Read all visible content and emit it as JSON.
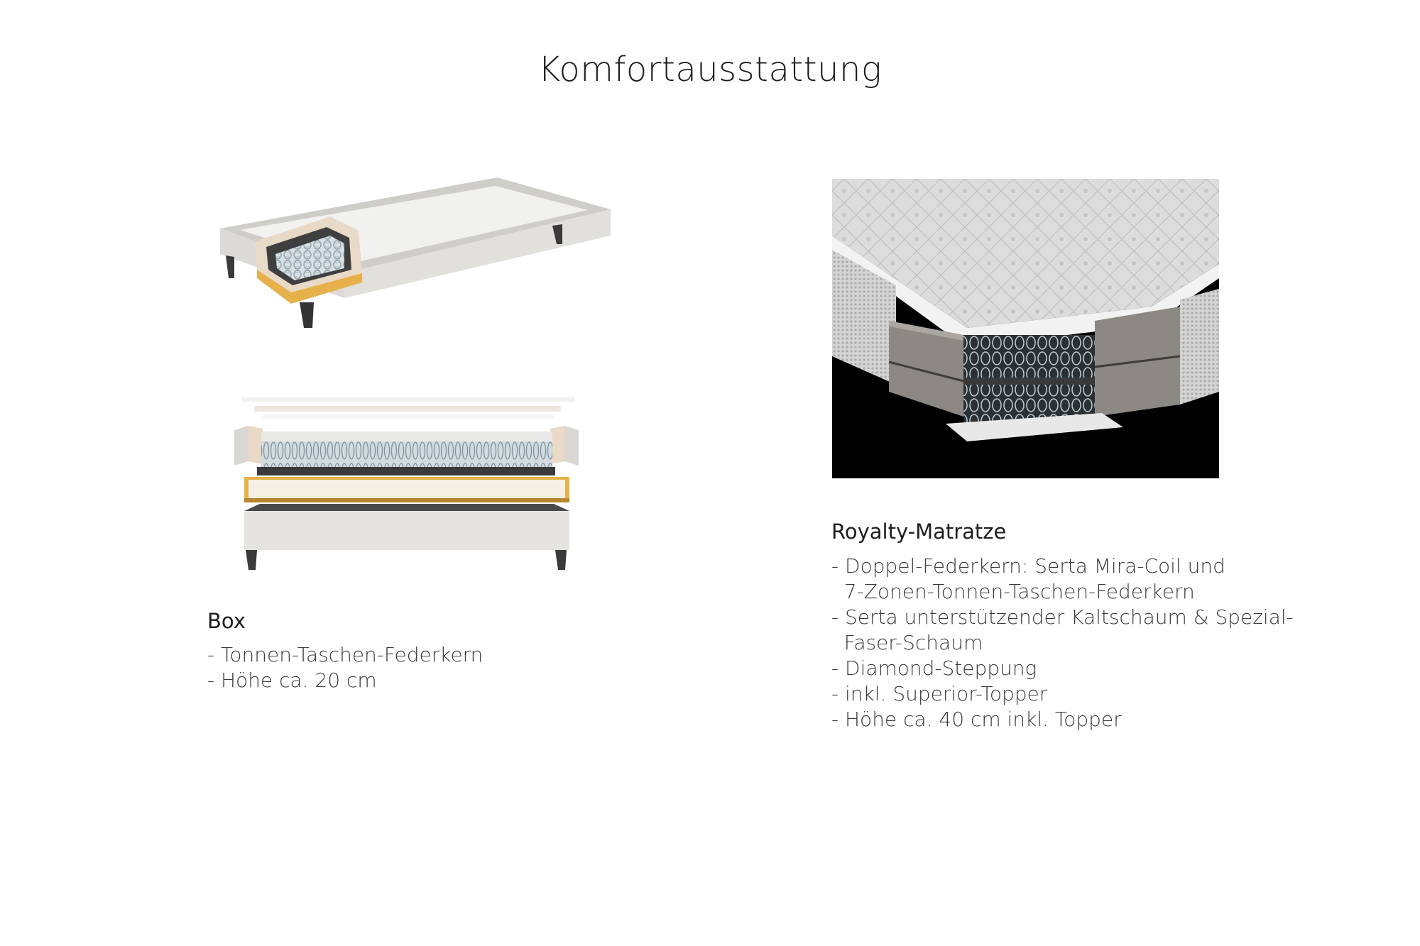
{
  "page": {
    "title": "Komfortausstattung"
  },
  "box": {
    "heading": "Box",
    "features": [
      "- Tonnen-Taschen-Federkern",
      "- Höhe ca. 20 cm"
    ]
  },
  "mattress": {
    "heading": "Royalty-Matratze",
    "features": [
      "- Doppel-Federkern: Serta Mira-Coil und",
      "  7-Zonen-Tonnen-Taschen-Federkern",
      "- Serta unterstützender Kaltschaum & Spezial-",
      "  Faser-Schaum",
      "- Diamond-Steppung",
      "- inkl. Superior-Topper",
      "- Höhe ca. 40 cm inkl. Topper"
    ]
  },
  "colors": {
    "frame_grey": "#c9c7c4",
    "fabric_light": "#ecebe9",
    "foam_orange": "#e6b04a",
    "spring_blue": "#b9c6cc",
    "leg_dark": "#3a3a3a",
    "photo_bg": "#000000"
  }
}
